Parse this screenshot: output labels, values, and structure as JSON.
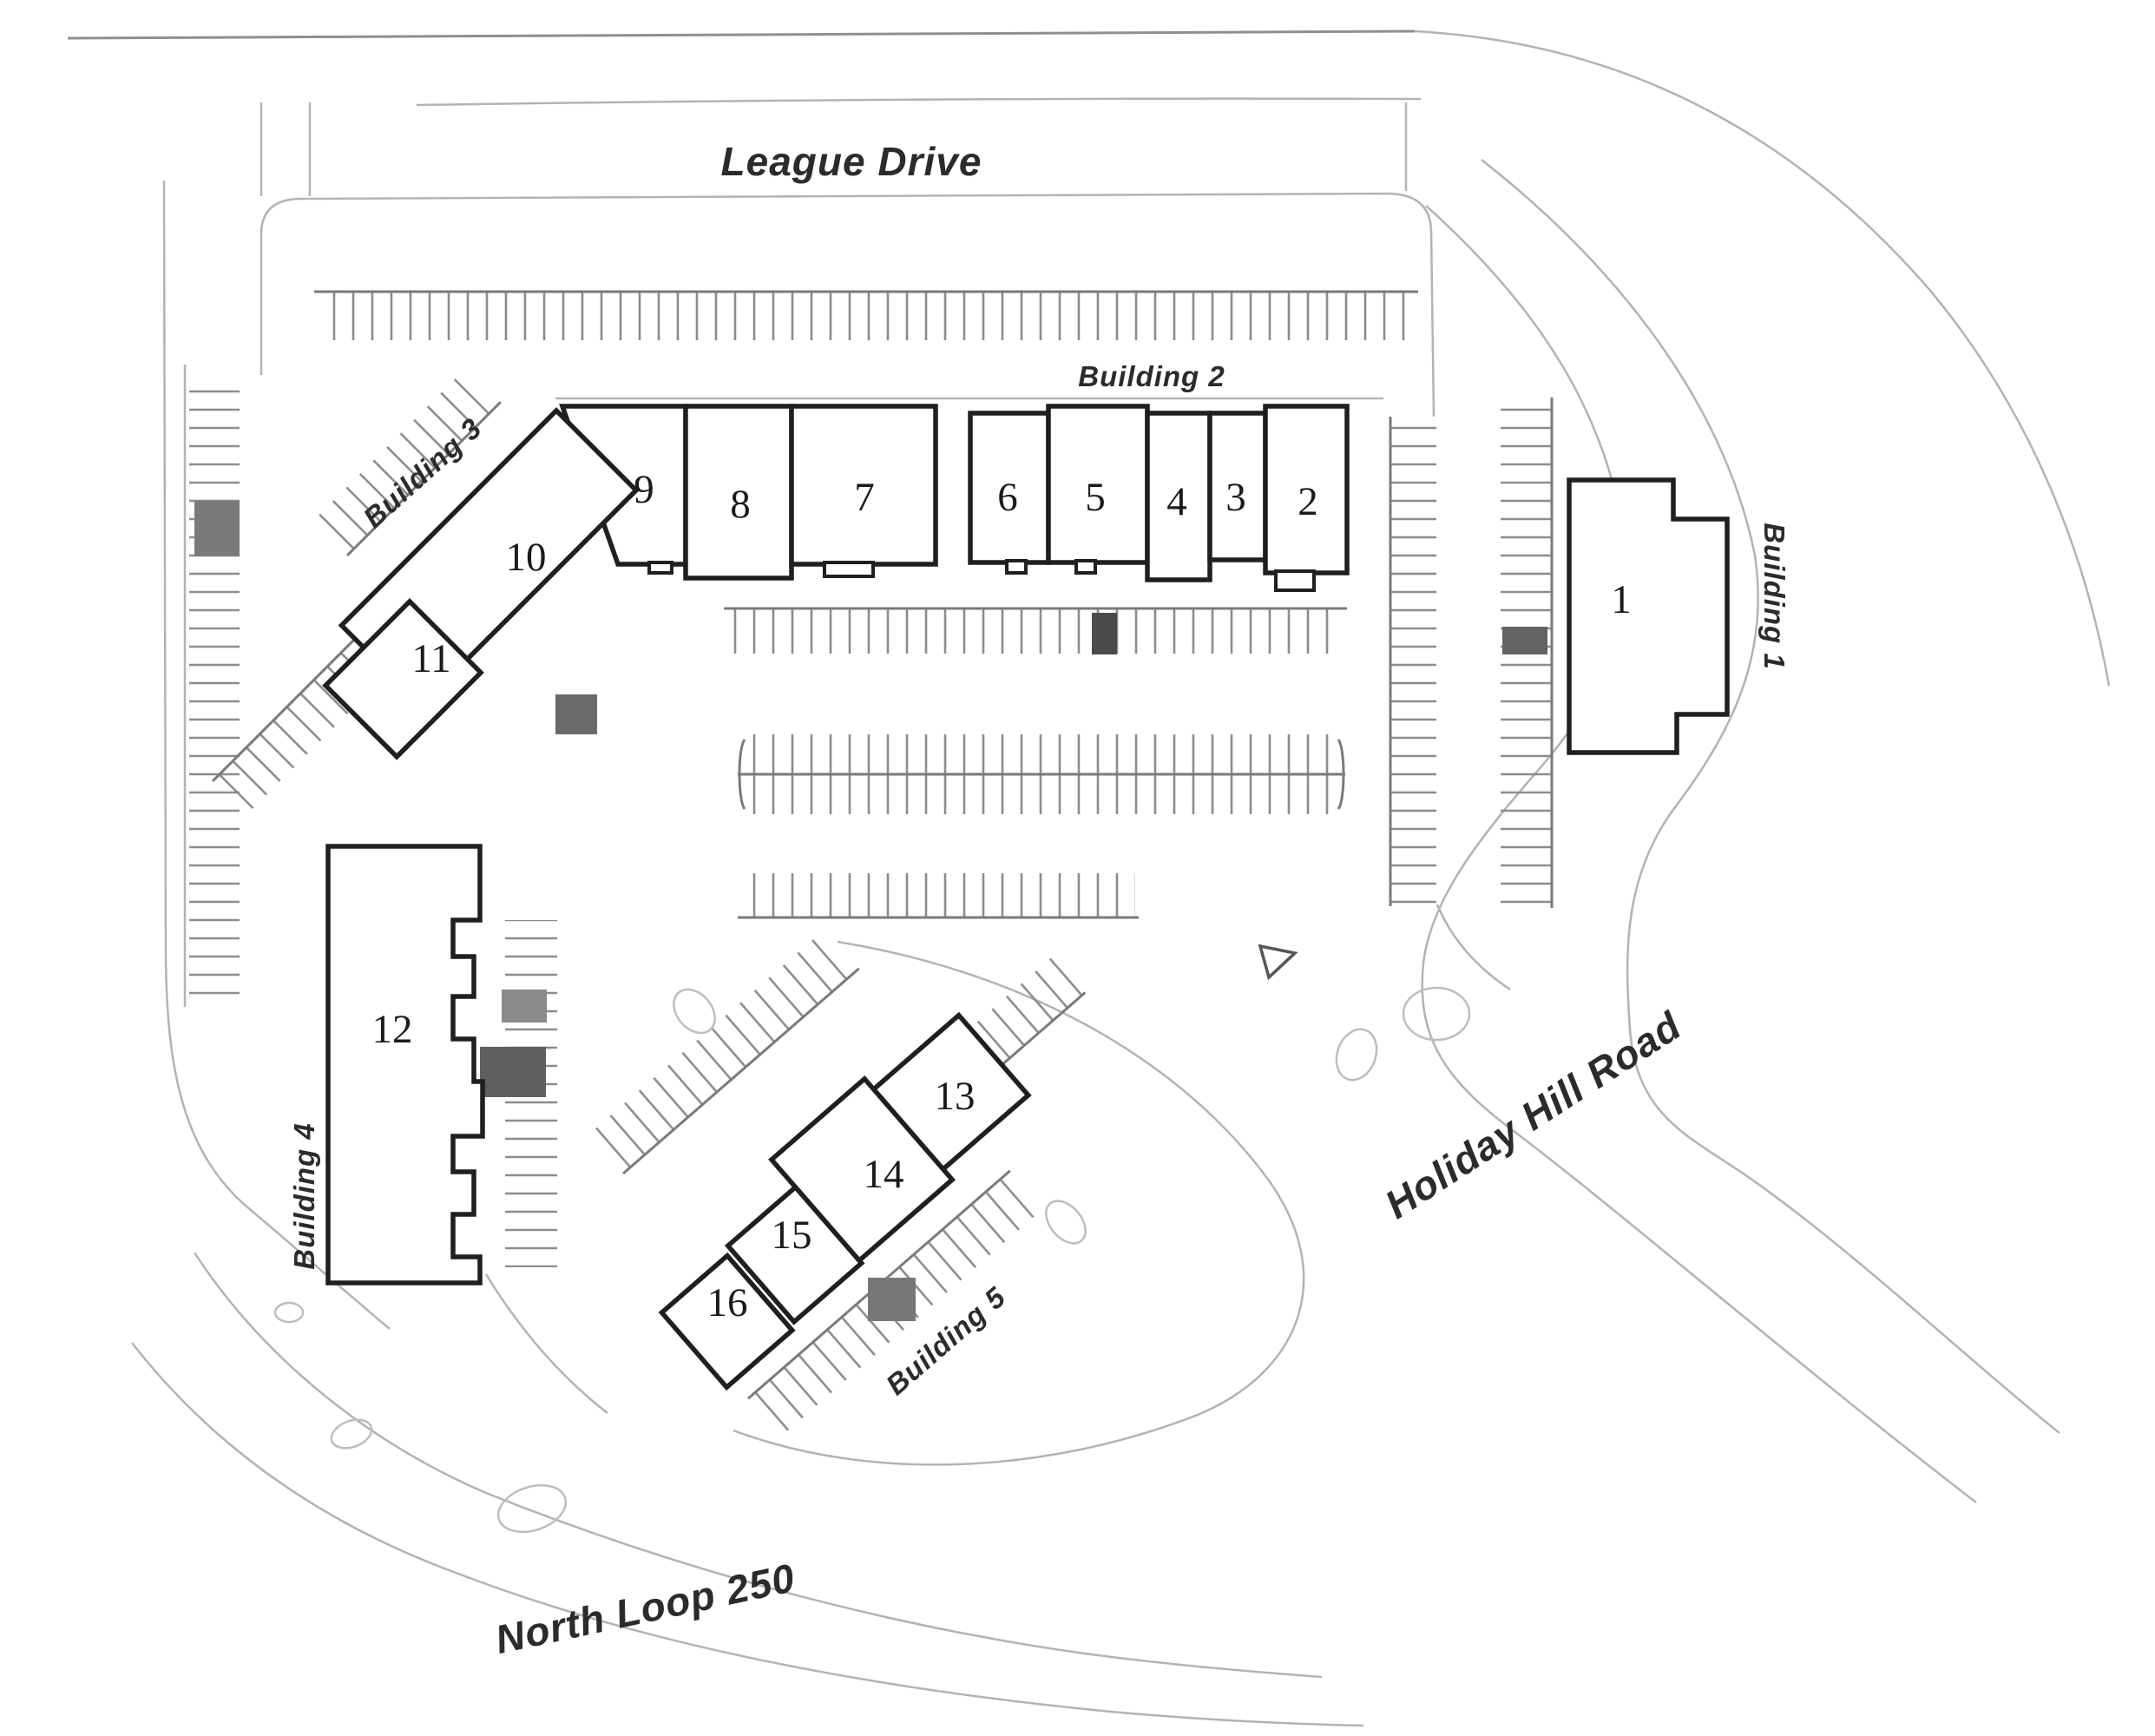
{
  "plan": {
    "streets": {
      "top": "League Drive",
      "right": "Holiday Hill Road",
      "bottom": "North Loop 250"
    },
    "buildings": [
      {
        "label": "Building 1",
        "units": [
          "1"
        ]
      },
      {
        "label": "Building 2",
        "units": [
          "2",
          "3",
          "4",
          "5",
          "6",
          "7",
          "8",
          "9"
        ]
      },
      {
        "label": "Building 3",
        "units": [
          "10",
          "11"
        ]
      },
      {
        "label": "Building 4",
        "units": [
          "12"
        ]
      },
      {
        "label": "Building 5",
        "units": [
          "13",
          "14",
          "15",
          "16"
        ]
      }
    ],
    "colors": {
      "building_stroke": "#1f1f1f",
      "parking_tick": "#8c8c8c",
      "road_line": "#b3b3b3",
      "label_text": "#2b2b2b",
      "shaded_block": "#6e6e6e"
    }
  }
}
